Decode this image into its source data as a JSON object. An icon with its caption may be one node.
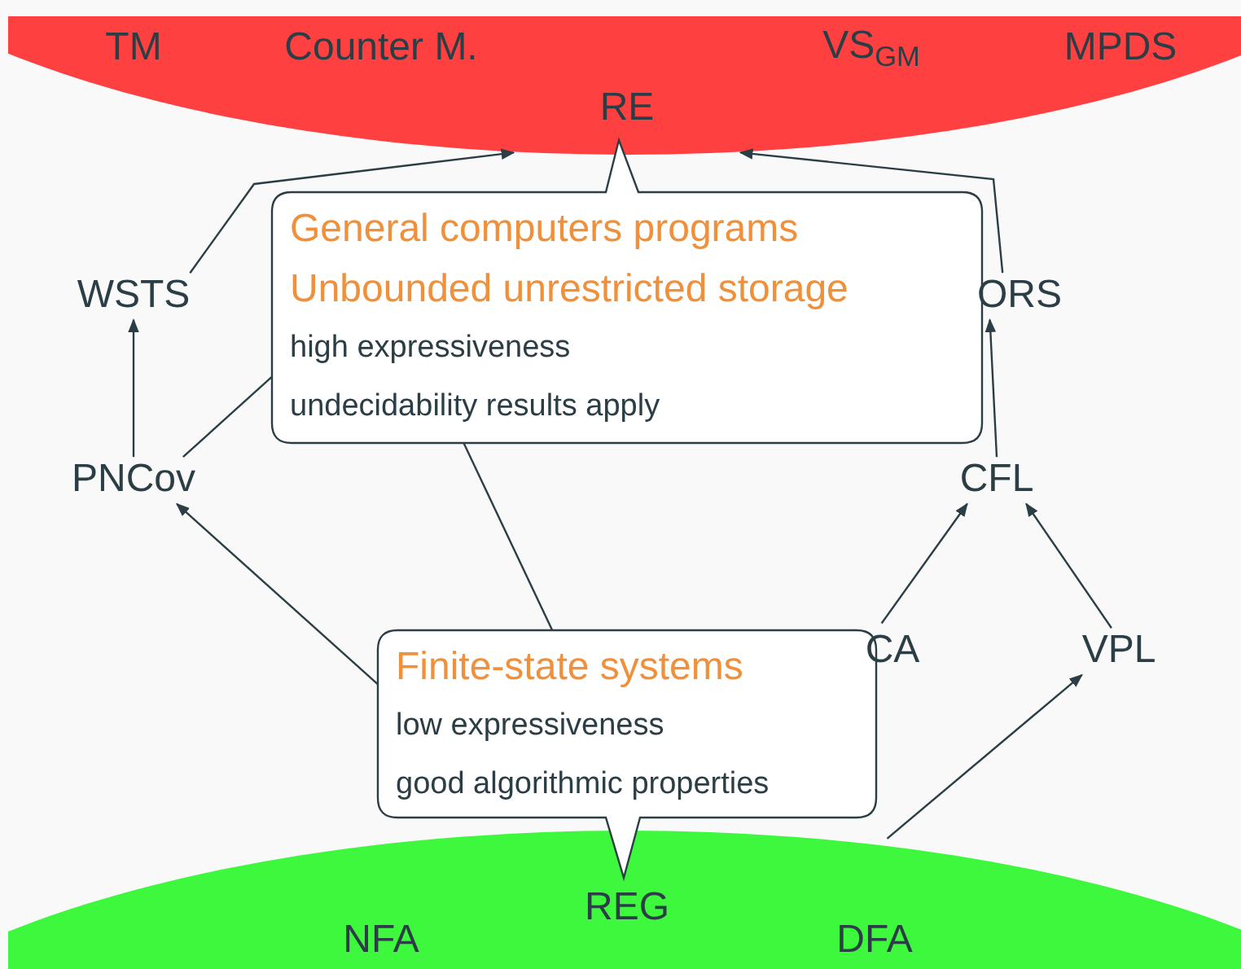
{
  "diagram": {
    "nodes": [
      {
        "text": [
          "RE"
        ]
      },
      {
        "text": [
          "TM"
        ],
        "in": 0
      },
      {
        "text": [
          "Counter M."
        ],
        "in": 0
      },
      {
        "text": [
          "VS$_{GM}$"
        ],
        "in": 0
      },
      {
        "text": [
          "MPDS"
        ],
        "in": 0
      },
      {
        "text": [
          "General computers programs",
          "Unbounded unrestricted storage",
          "high expressiveness",
          "undecidability results apply"
        ]
      },
      {
        "text": [
          "WSTS"
        ]
      },
      {
        "text": [
          "ORS"
        ]
      },
      {
        "text": [
          "PNCov"
        ]
      },
      {
        "text": [
          "CFL"
        ]
      },
      {
        "text": [
          "Finite-state systems",
          "low expressiveness",
          "good algorithmic properties"
        ]
      },
      {
        "text": [
          "CA"
        ]
      },
      {
        "text": [
          "VPL"
        ]
      },
      {
        "text": [
          "REG"
        ]
      },
      {
        "text": [
          "NFA"
        ],
        "in": 13
      },
      {
        "text": [
          "DFA"
        ],
        "in": 13
      }
    ],
    "edges": [
      {
        "from": 6,
        "to": 0,
        "arrow": "to"
      },
      {
        "from": 8,
        "to": 6,
        "arrow": "to"
      },
      {
        "from": 8,
        "to": 5,
        "arrow": "none"
      },
      {
        "from": 7,
        "to": 0,
        "arrow": "to"
      },
      {
        "from": 9,
        "to": 7,
        "arrow": "to"
      },
      {
        "from": 11,
        "to": 9,
        "arrow": "to"
      },
      {
        "from": 12,
        "to": 9,
        "arrow": "to"
      },
      {
        "from": 10,
        "to": 8,
        "arrow": "to"
      },
      {
        "from": 10,
        "to": 5,
        "arrow": "none"
      },
      {
        "from": 13,
        "to": 12,
        "arrow": "to"
      }
    ]
  }
}
